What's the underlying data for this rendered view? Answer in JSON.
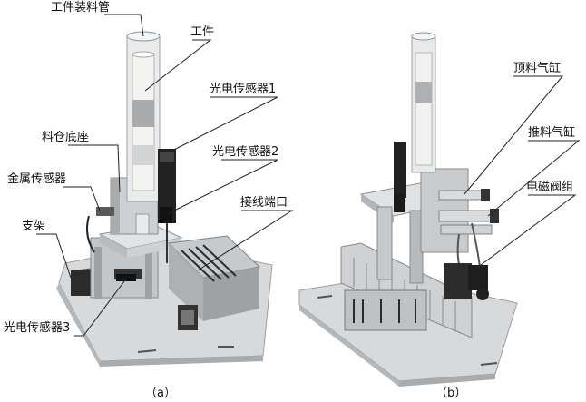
{
  "figure_a": {
    "caption": "（a）",
    "labels": {
      "feed_tube": "工件装料管",
      "workpiece": "工件",
      "photo_sensor_1": "光电传感器1",
      "silo_base": "料仓底座",
      "photo_sensor_2": "光电传感器2",
      "metal_sensor": "金属传感器",
      "terminal_port": "接线端口",
      "bracket": "支架",
      "photo_sensor_3": "光电传感器3"
    }
  },
  "figure_b": {
    "caption": "（b）",
    "labels": {
      "ejector_cylinder": "顶料气缸",
      "push_cylinder": "推料气缸",
      "solenoid_valve_group": "电磁阀组"
    }
  },
  "colors": {
    "text": "#111111",
    "leader_line": "#222222",
    "aluminum": "#c9ccd0",
    "dark": "#2a2a2a",
    "base_plate": "#d8dadc"
  }
}
